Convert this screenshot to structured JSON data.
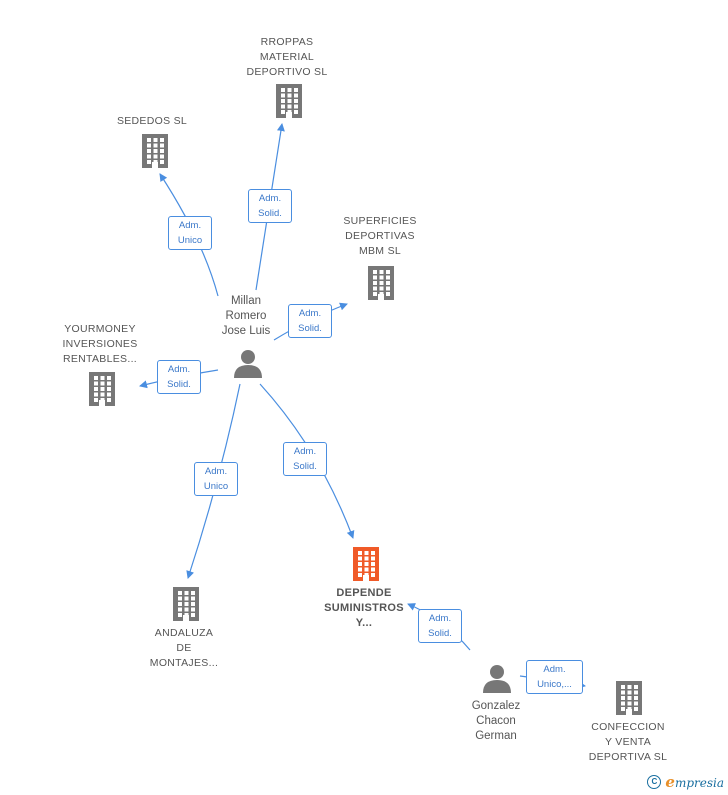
{
  "colors": {
    "edge": "#4a8ee0",
    "company_icon": "#777777",
    "company_icon_main": "#f05a28",
    "person_icon": "#777777",
    "label_text": "#555555",
    "role_border": "#4a8ee0"
  },
  "nodes": [
    {
      "id": "rroppas",
      "kind": "company",
      "icon": "building-icon",
      "lines": [
        "RROPPAS",
        "MATERIAL",
        "DEPORTIVO SL"
      ]
    },
    {
      "id": "sededos",
      "kind": "company",
      "icon": "building-icon",
      "lines": [
        "SEDEDOS SL"
      ]
    },
    {
      "id": "superficies",
      "kind": "company",
      "icon": "building-icon",
      "lines": [
        "SUPERFICIES",
        "DEPORTIVAS",
        "MBM  SL"
      ]
    },
    {
      "id": "yourmoney",
      "kind": "company",
      "icon": "building-icon",
      "lines": [
        "YOURMONEY",
        "INVERSIONES",
        "RENTABLES..."
      ]
    },
    {
      "id": "andaluza",
      "kind": "company",
      "icon": "building-icon",
      "lines": [
        "ANDALUZA",
        "DE",
        "MONTAJES..."
      ]
    },
    {
      "id": "depende",
      "kind": "company",
      "icon": "building-icon",
      "main": true,
      "lines": [
        "DEPENDE",
        "SUMINISTROS",
        "Y..."
      ]
    },
    {
      "id": "confeccion",
      "kind": "company",
      "icon": "building-icon",
      "lines": [
        "CONFECCION",
        "Y VENTA",
        "DEPORTIVA  SL"
      ]
    },
    {
      "id": "millan",
      "kind": "person",
      "icon": "person-icon",
      "lines": [
        "Millan",
        "Romero",
        "Jose Luis"
      ]
    },
    {
      "id": "gonzalez",
      "kind": "person",
      "icon": "person-icon",
      "lines": [
        "Gonzalez",
        "Chacon",
        "German"
      ]
    }
  ],
  "edges": [
    {
      "id": "e-sededos",
      "role": [
        "Adm.",
        "Unico"
      ]
    },
    {
      "id": "e-rroppas",
      "role": [
        "Adm.",
        "Solid."
      ]
    },
    {
      "id": "e-superficies",
      "role": [
        "Adm.",
        "Solid."
      ]
    },
    {
      "id": "e-yourmoney",
      "role": [
        "Adm.",
        "Solid."
      ]
    },
    {
      "id": "e-andaluza",
      "role": [
        "Adm.",
        "Unico"
      ]
    },
    {
      "id": "e-depende",
      "role": [
        "Adm.",
        "Solid."
      ]
    },
    {
      "id": "e-gonzalez-depende",
      "role": [
        "Adm.",
        "Solid."
      ]
    },
    {
      "id": "e-gonzalez-confeccion",
      "role": [
        "Adm.",
        "Unico,..."
      ]
    }
  ],
  "footer": {
    "copyright_symbol": "C",
    "brand_first": "e",
    "brand_rest": "mpresia"
  }
}
